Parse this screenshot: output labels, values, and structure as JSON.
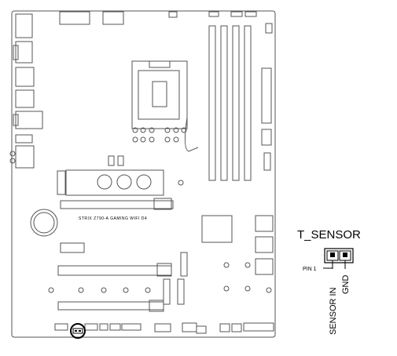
{
  "board": {
    "model_label": "STRIX Z790-A GAMING WIFI D4"
  },
  "connector": {
    "title": "T_SENSOR",
    "pin1_label": "PIN 1",
    "pins": [
      {
        "label": "SENSOR IN"
      },
      {
        "label": "GND"
      }
    ]
  },
  "colors": {
    "outline": "#000000",
    "board_stroke": "#555555",
    "background": "#ffffff"
  }
}
